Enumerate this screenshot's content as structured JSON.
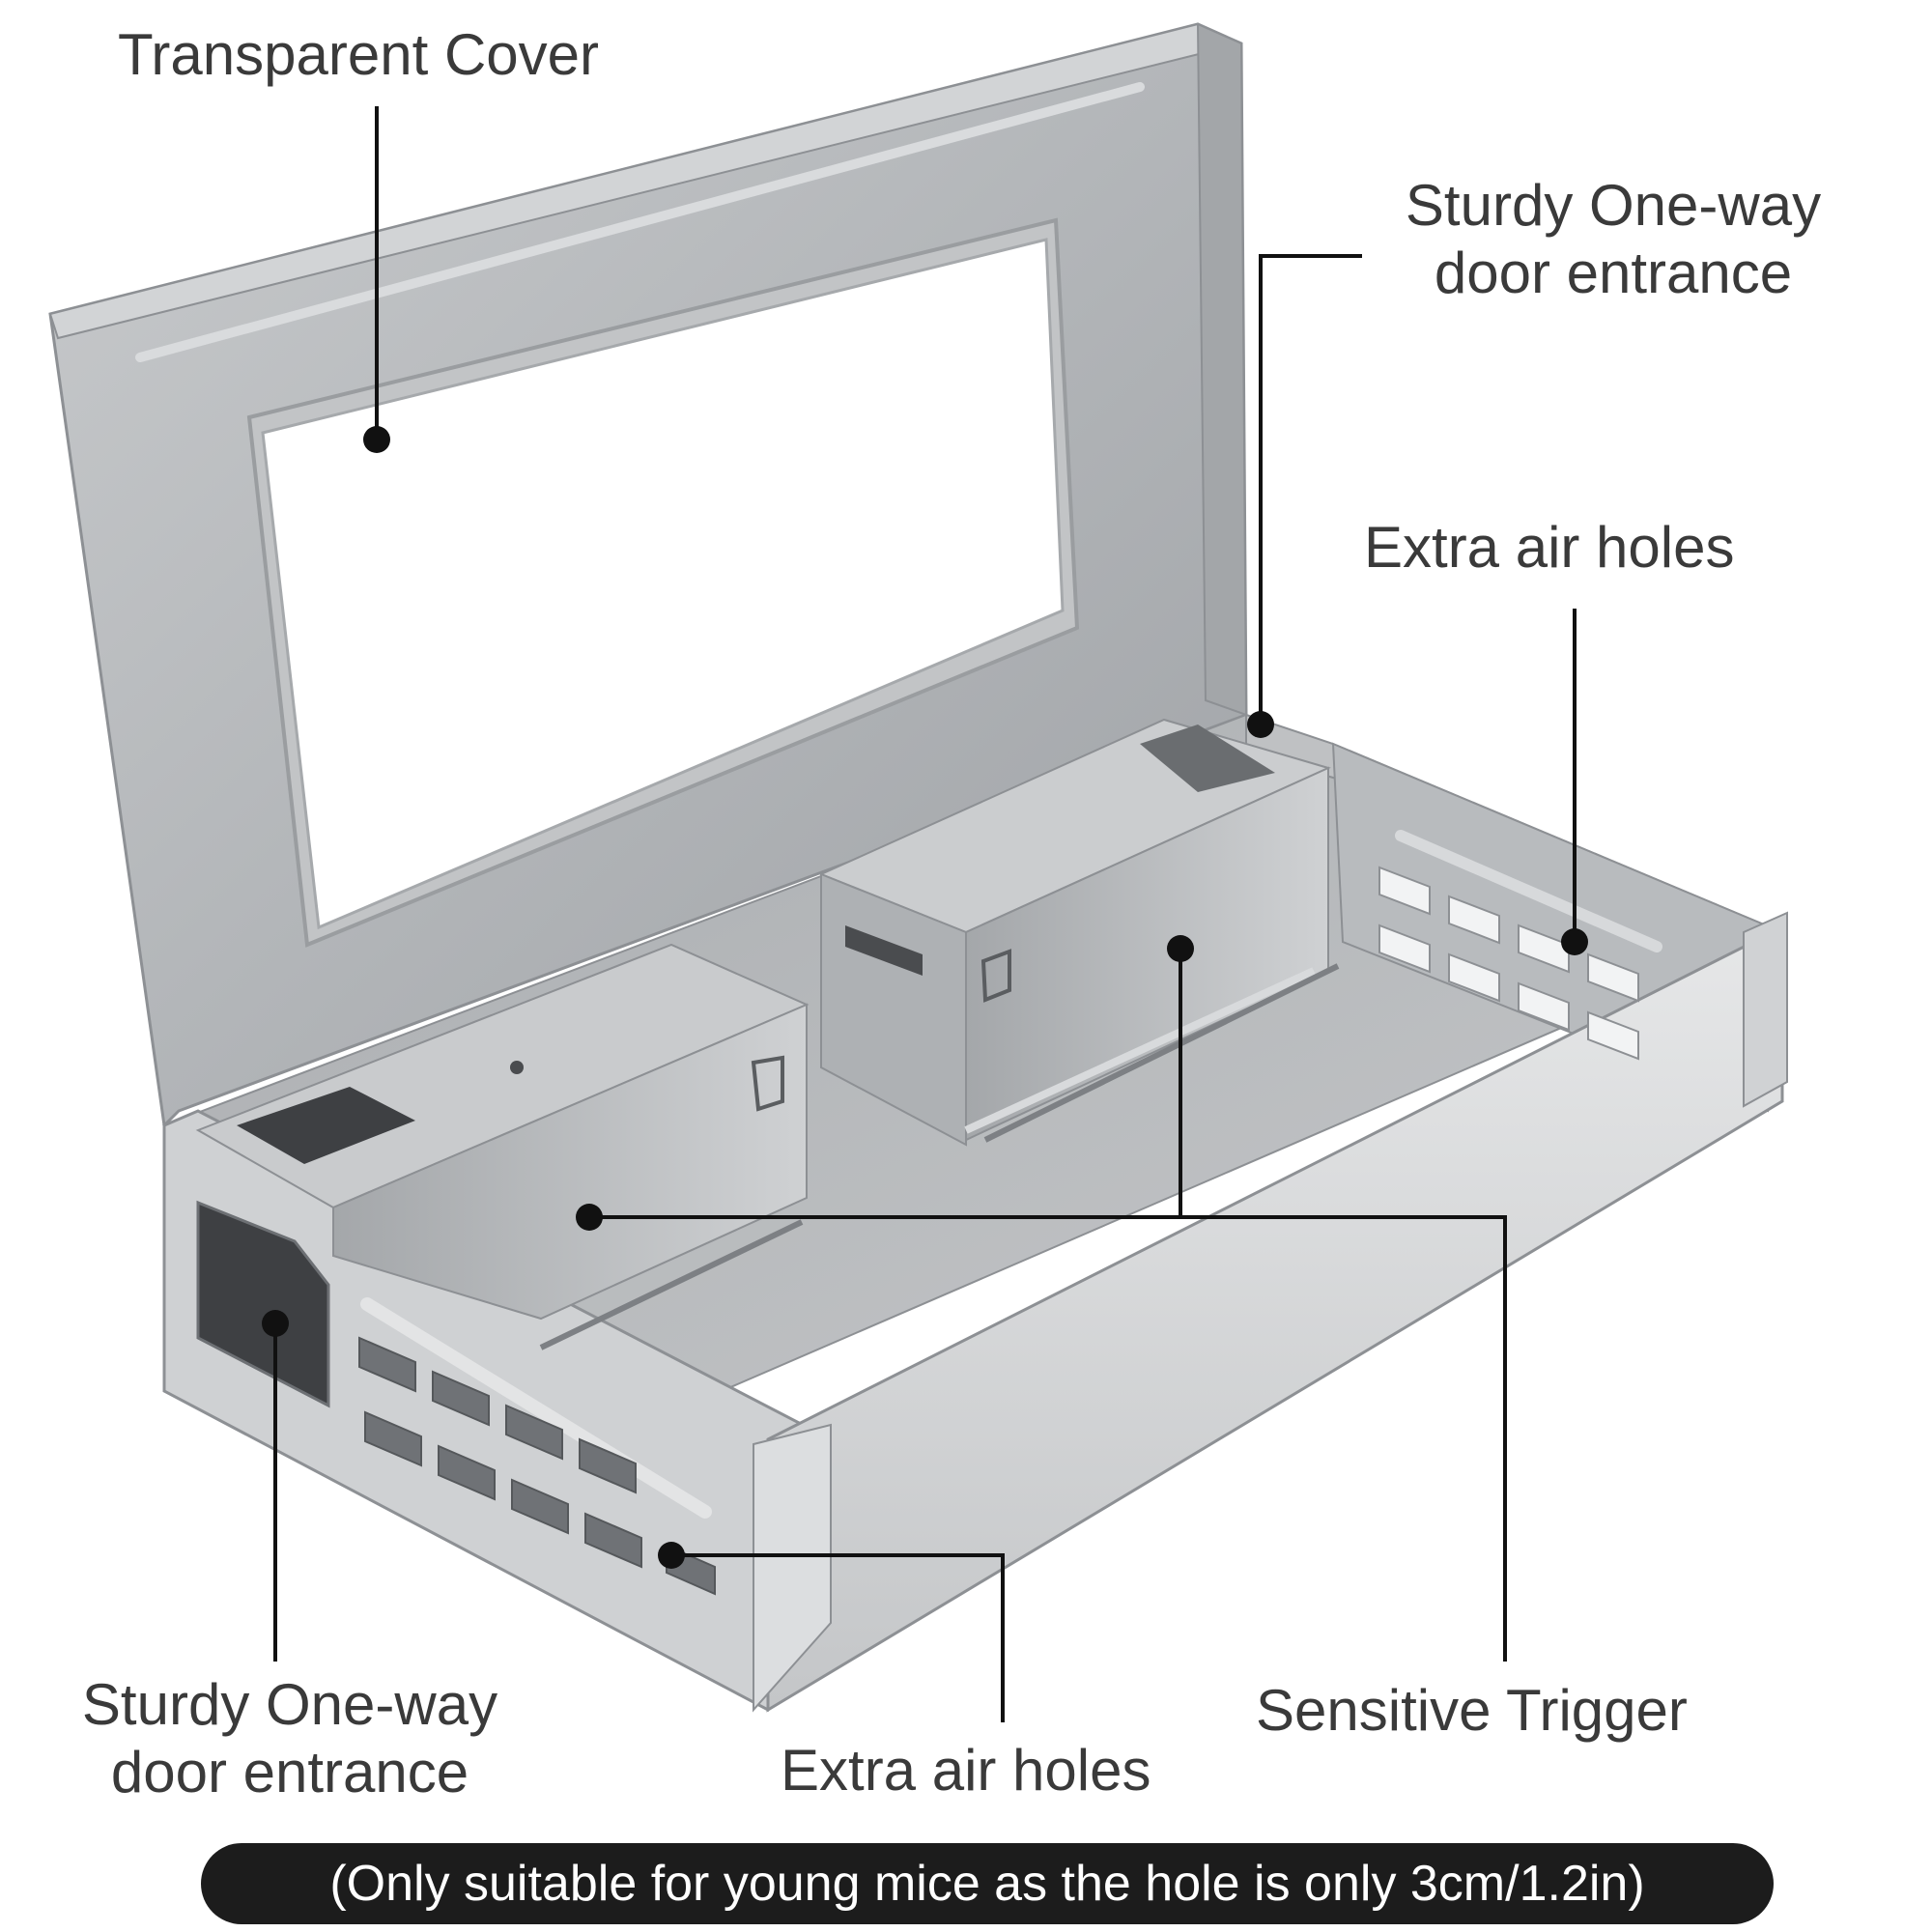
{
  "labels": {
    "transparent_cover": "Transparent Cover",
    "door_right_line1": "Sturdy One-way",
    "door_right_line2": "door entrance",
    "air_holes_right": "Extra air holes",
    "door_left_line1": "Sturdy One-way",
    "door_left_line2": "door entrance",
    "air_holes_bottom": "Extra air holes",
    "sensitive_trigger": "Sensitive Trigger"
  },
  "note": "(Only suitable for young mice as the hole is only 3cm/1.2in)",
  "colors": {
    "background": "#ffffff",
    "metal_light": "#d9dbdd",
    "metal_mid": "#b6b9bc",
    "metal_dark": "#8d9094",
    "callout_line": "#111111",
    "label_text": "#3a3a3a",
    "banner_bg": "#1c1c1c",
    "banner_text": "#ffffff"
  }
}
